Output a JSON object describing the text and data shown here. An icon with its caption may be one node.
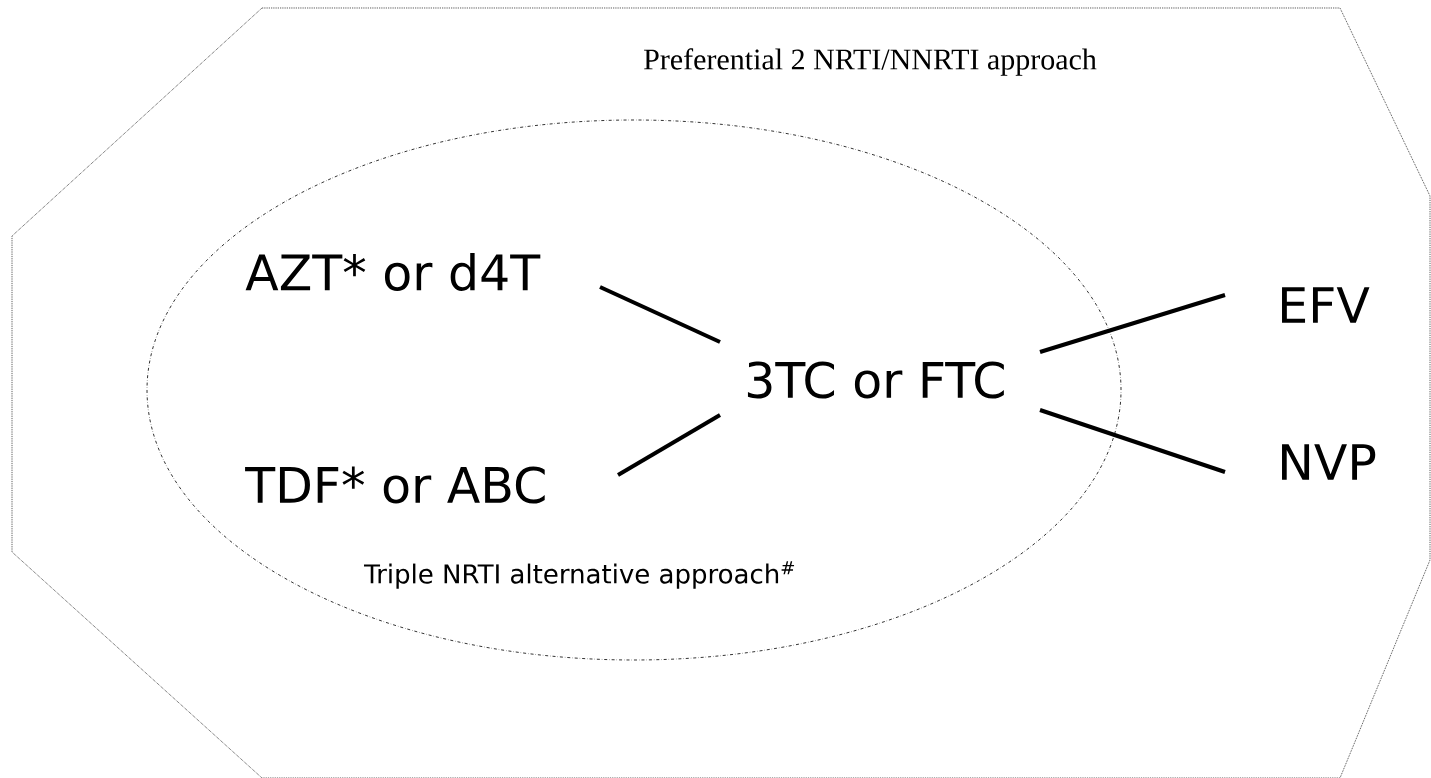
{
  "diagram": {
    "nodes": [
      {
        "text": [
          "Preferential 2 NRTI/NNRTI approach"
        ]
      },
      {
        "text": [
          "Triple NRTI alternative approach$^{#}$"
        ],
        "in": 0
      },
      {
        "text": [
          "AZT* or d4T"
        ],
        "in": 1
      },
      {
        "text": [
          "TDF* or ABC"
        ],
        "in": 1
      },
      {
        "text": [
          "3TC or FTC"
        ],
        "in": 1
      },
      {
        "text": [
          "EFV"
        ],
        "in": 0
      },
      {
        "text": [
          "NVP"
        ],
        "in": 0
      }
    ],
    "edges": [
      {
        "from": 2,
        "to": 4,
        "arrow": "none"
      },
      {
        "from": 3,
        "to": 4,
        "arrow": "none"
      },
      {
        "from": 4,
        "to": 5,
        "arrow": "none"
      },
      {
        "from": 4,
        "to": 6,
        "arrow": "none"
      }
    ]
  }
}
